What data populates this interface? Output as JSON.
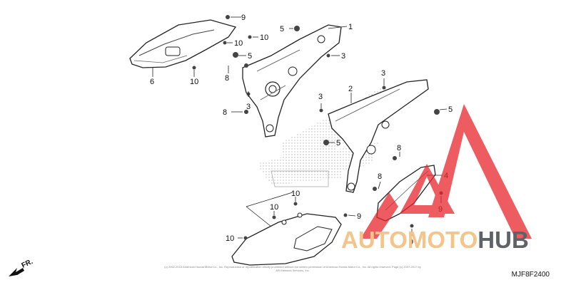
{
  "diagram": {
    "parts_code": "MJF8F2400",
    "direction_label": "FR.",
    "copyright": "(c) 2002-2013 American Honda Motor Co., Inc. Reproduction or republication strictly prohibited without the written permission of American Honda Motor Co., Inc. All rights reserved. Page (c) 2007-2017 by ARI Network Services, Inc.",
    "callouts": [
      {
        "label": "9"
      },
      {
        "label": "10"
      },
      {
        "label": "10"
      },
      {
        "label": "6"
      },
      {
        "label": "10"
      },
      {
        "label": "5"
      },
      {
        "label": "1"
      },
      {
        "label": "3"
      },
      {
        "label": "5"
      },
      {
        "label": "8"
      },
      {
        "label": "3"
      },
      {
        "label": "8"
      },
      {
        "label": "3"
      },
      {
        "label": "3"
      },
      {
        "label": "2"
      },
      {
        "label": "5"
      },
      {
        "label": "5"
      },
      {
        "label": "8"
      },
      {
        "label": "4"
      },
      {
        "label": "8"
      },
      {
        "label": "10"
      },
      {
        "label": "10"
      },
      {
        "label": "9"
      },
      {
        "label": "9"
      },
      {
        "label": "10"
      },
      {
        "label": "9"
      }
    ]
  },
  "watermark": {
    "text_part1": "AUTOMOTO",
    "text_part2": "HUB",
    "color_triangle": "#e8262b",
    "color_text_light": "#f3c58a",
    "color_text_dark": "#5f6266"
  }
}
